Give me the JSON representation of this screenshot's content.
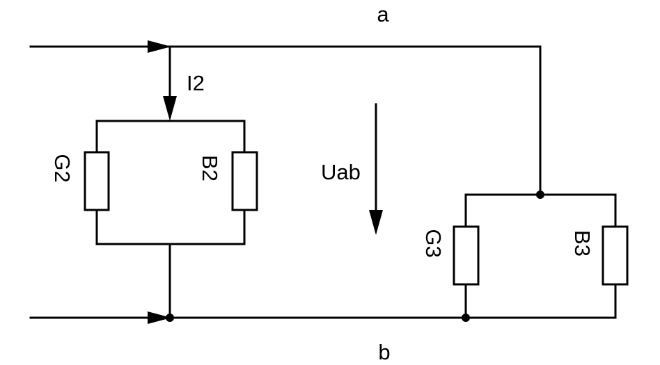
{
  "diagram": {
    "nodes": {
      "a": "a",
      "b": "b"
    },
    "current_label": "I2",
    "voltage_label": "Uab",
    "components": {
      "g2": "G2",
      "b2": "B2",
      "g3": "G3",
      "b3": "B3"
    }
  }
}
